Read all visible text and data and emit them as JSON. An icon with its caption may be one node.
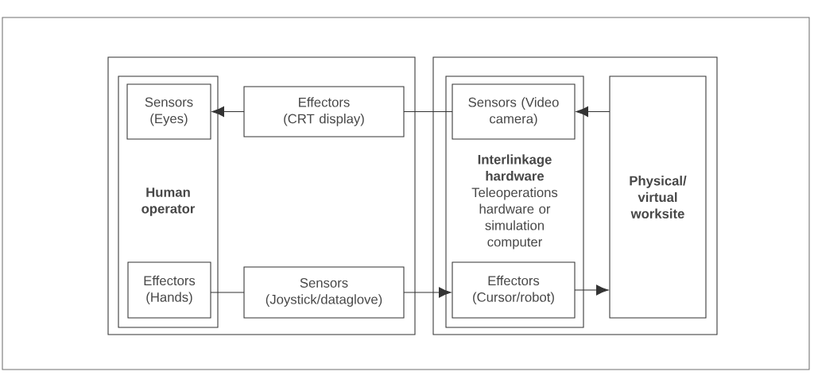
{
  "diagram": {
    "nodes": [
      {
        "text": [],
        "shape": "box"
      },
      {
        "text": [
          "Human operator"
        ],
        "in": 0
      },
      {
        "text": [
          "Sensors (Eyes)"
        ],
        "in": 1
      },
      {
        "text": [
          "Effectors (Hands)"
        ],
        "in": 1
      },
      {
        "text": [
          "Effectors (CRT display)"
        ],
        "in": 0
      },
      {
        "text": [
          "Sensors (Joystick/dataglove)"
        ],
        "in": 0
      },
      {
        "text": [],
        "shape": "box"
      },
      {
        "text": [
          "Interlinkage hardware",
          "Teleoperations hardware or simulation computer"
        ],
        "in": 6
      },
      {
        "text": [
          "Sensors (Video camera)"
        ],
        "in": 7
      },
      {
        "text": [
          "Effectors (Cursor/robot)"
        ],
        "in": 7
      },
      {
        "text": [
          "Physical/virtual worksite"
        ],
        "in": 6
      }
    ],
    "edges": [
      {
        "from": 4,
        "to": 2,
        "arrow": "to"
      },
      {
        "from": 8,
        "to": 4,
        "arrow": "none"
      },
      {
        "from": 10,
        "to": 8,
        "arrow": "to"
      },
      {
        "from": 3,
        "to": 5,
        "arrow": "none"
      },
      {
        "from": 5,
        "to": 9,
        "arrow": "to"
      },
      {
        "from": 9,
        "to": 10,
        "arrow": "to"
      }
    ]
  }
}
